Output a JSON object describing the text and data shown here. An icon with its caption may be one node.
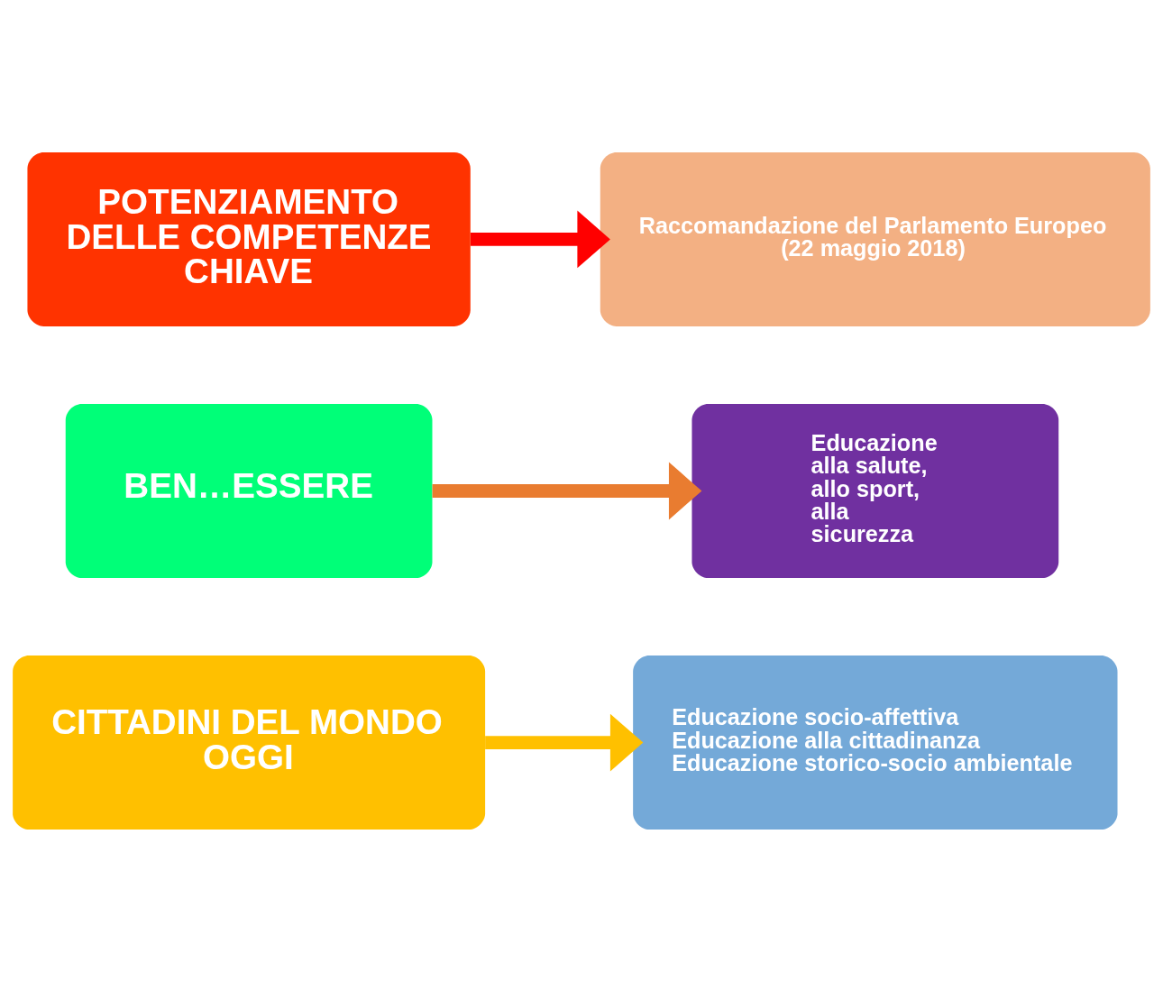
{
  "diagram": {
    "nodes": [
      {
        "text": [
          "CITTADINI DEL MONDO OGGI"
        ]
      },
      {
        "text": [
          "Educazione socio-affettiva",
          "Educazione alla cittadinanza",
          "Educazione storico-socio ambientale"
        ]
      },
      {
        "text": [
          "BEN…ESSERE"
        ]
      },
      {
        "text": [
          "Educazione alla salute, allo sport, alla sicurezza"
        ]
      },
      {
        "text": [
          "POTENZIAMENTO DELLE COMPETENZE CHIAVE"
        ]
      },
      {
        "text": [
          "Raccomandazione del Parlamento Europeo",
          "(22 maggio 2018)"
        ]
      }
    ],
    "edges": [
      {
        "from": 0,
        "to": 1,
        "arrow": "to",
        "color": "#ffc000"
      },
      {
        "from": 2,
        "to": 3,
        "arrow": "to",
        "color": "#e97c30"
      },
      {
        "from": 4,
        "to": 5,
        "arrow": "to",
        "color": "#ff0000"
      }
    ]
  }
}
